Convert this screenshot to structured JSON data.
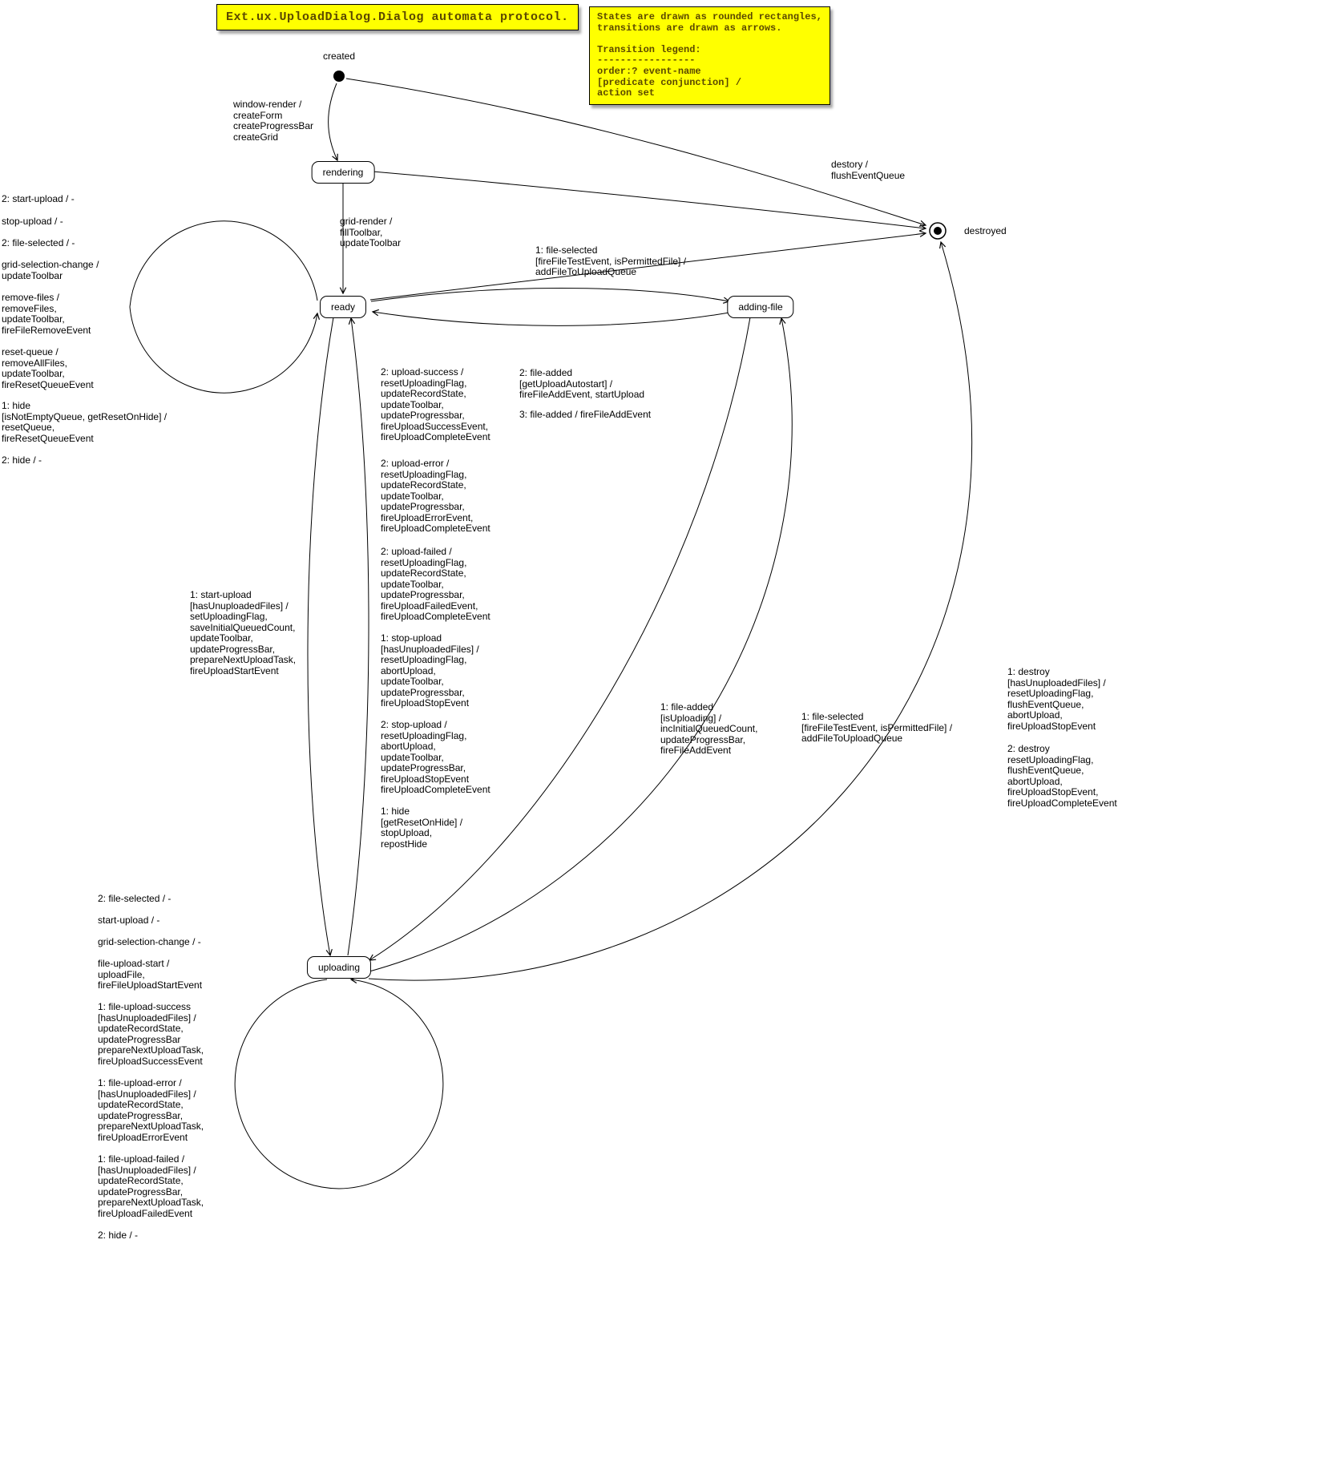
{
  "title": "Ext.ux.UploadDialog.Dialog automata protocol.",
  "legend": "States are drawn as rounded rectangles,\ntransitions are drawn as arrows.\n\nTransition legend:\n-----------------\norder:? event-name\n[predicate conjunction] /\naction set",
  "colors": {
    "note_bg": "#ffff00",
    "note_border": "#000000",
    "note_text": "#5b4800",
    "line": "#000000",
    "state_bg": "#ffffff"
  },
  "states": {
    "created": "created",
    "rendering": "rendering",
    "ready": "ready",
    "adding_file": "adding-file",
    "uploading": "uploading",
    "destroyed": "destroyed"
  },
  "transitions": {
    "created_to_rendering": "window-render /\ncreateForm\ncreateProgressBar\ncreateGrid",
    "rendering_to_ready": "grid-render /\nfillToolbar,\nupdateToolbar",
    "to_destroyed": "destory /\nflushEventQueue",
    "ready_to_addingfile": "1: file-selected\n[fireFileTestEvent, isPermittedFile] /\naddFileToUploadQueue",
    "addingfile_to_ready_autostart": "2: file-added\n[getUploadAutostart] /\nfireFileAddEvent, startUpload",
    "addingfile_to_ready_plain": "3: file-added / fireFileAddEvent",
    "ready_to_uploading": "1: start-upload\n[hasUnuploadedFiles] /\nsetUploadingFlag,\nsaveInitialQueuedCount,\nupdateToolbar,\nupdateProgressBar,\nprepareNextUploadTask,\nfireUploadStartEvent",
    "uploading_to_ready": [
      "2: upload-success /\nresetUploadingFlag,\nupdateRecordState,\nupdateToolbar,\nupdateProgressbar,\nfireUploadSuccessEvent,\nfireUploadCompleteEvent",
      "2: upload-error /\nresetUploadingFlag,\nupdateRecordState,\nupdateToolbar,\nupdateProgressbar,\nfireUploadErrorEvent,\nfireUploadCompleteEvent",
      "2: upload-failed /\nresetUploadingFlag,\nupdateRecordState,\nupdateToolbar,\nupdateProgressbar,\nfireUploadFailedEvent,\nfireUploadCompleteEvent",
      "1: stop-upload\n[hasUnuploadedFiles] /\nresetUploadingFlag,\nabortUpload,\nupdateToolbar,\nupdateProgressbar,\nfireUploadStopEvent",
      "2: stop-upload /\nresetUploadingFlag,\nabortUpload,\nupdateToolbar,\nupdateProgressBar,\nfireUploadStopEvent\nfireUploadCompleteEvent",
      "1: hide\n[getResetOnHide] /\nstopUpload,\nrepostHide"
    ],
    "ready_self": [
      "2: start-upload / -",
      "stop-upload / -",
      "2: file-selected / -",
      "grid-selection-change /\nupdateToolbar",
      "remove-files /\nremoveFiles,\nupdateToolbar,\nfireFileRemoveEvent",
      "reset-queue /\nremoveAllFiles,\nupdateToolbar,\nfireResetQueueEvent",
      "1: hide\n[isNotEmptyQueue, getResetOnHide] /\nresetQueue,\nfireResetQueueEvent",
      "2: hide / -"
    ],
    "uploading_self": [
      "2: file-selected / -",
      "start-upload / -",
      "grid-selection-change / -",
      "file-upload-start /\nuploadFile,\nfireFileUploadStartEvent",
      "1: file-upload-success\n[hasUnuploadedFiles] /\nupdateRecordState,\nupdateProgressBar\nprepareNextUploadTask,\nfireUploadSuccessEvent",
      "1: file-upload-error /\n[hasUnuploadedFiles] /\nupdateRecordState,\nupdateProgressBar,\nprepareNextUploadTask,\nfireUploadErrorEvent",
      "1: file-upload-failed /\n[hasUnuploadedFiles] /\nupdateRecordState,\nupdateProgressBar,\nprepareNextUploadTask,\nfireUploadFailedEvent",
      "2: hide / -"
    ],
    "addingfile_to_uploading": "1: file-added\n[isUploading] /\nincInitialQueuedCount,\nupdateProgressBar,\nfireFileAddEvent",
    "uploading_to_addingfile": "1: file-selected\n[fireFileTestEvent, isPermittedFile] /\naddFileToUploadQueue",
    "uploading_to_destroyed": [
      "1: destroy\n[hasUnuploadedFiles] /\nresetUploadingFlag,\nflushEventQueue,\nabortUpload,\nfireUploadStopEvent",
      "2: destroy\nresetUploadingFlag,\nflushEventQueue,\nabortUpload,\nfireUploadStopEvent,\nfireUploadCompleteEvent"
    ]
  }
}
